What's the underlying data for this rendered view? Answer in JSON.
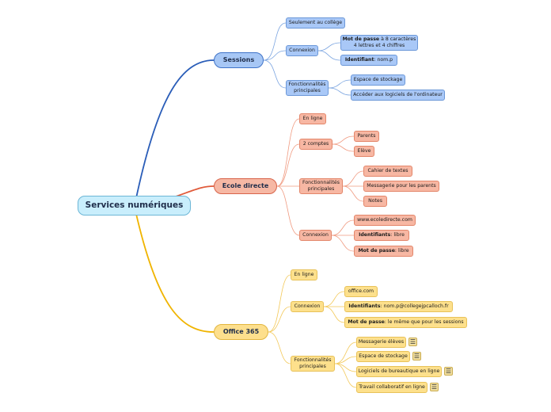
{
  "root": {
    "label": "Services numériques"
  },
  "sessions": {
    "label": "Sessions",
    "only_college": "Seulement au collège",
    "connexion": "Connexion",
    "password_bold": "Mot de passe",
    "password_line1": " à 8 caractères",
    "password_line2": "4 lettres et 4 chiffres",
    "id_bold": "Identifiant",
    "id_rest": " : nom.p",
    "features_line1": "Fonctionnalités",
    "features_line2": "principales",
    "storage": "Espace de stockage",
    "software": "Accéder aux logiciels de l'ordinateur"
  },
  "ecole": {
    "label": "Ecole directe",
    "online": "En ligne",
    "accounts": "2 comptes",
    "parents": "Parents",
    "student": "Elève",
    "features_line1": "Fonctionnalités",
    "features_line2": "principales",
    "homework": "Cahier de textes",
    "messaging": "Messagerie pour les parents",
    "grades": "Notes",
    "connexion": "Connexion",
    "website": "www.ecoledirecte.com",
    "ids_bold": "Identifiants",
    "ids_rest": " : libre",
    "password_bold": "Mot de passe",
    "password_rest": " : libre"
  },
  "office": {
    "label": "Office 365",
    "online": "En ligne",
    "connexion": "Connexion",
    "website": "office.com",
    "ids_bold": "Identifiants",
    "ids_rest": " : nom.p@collegejpcalloch.fr",
    "password_bold": "Mot de passe",
    "password_rest": " : le même que pour les sessions",
    "features_line1": "Fonctionnalités",
    "features_line2": "principales",
    "student_mail": "Messagerie élèves",
    "storage": "Espace de stockage",
    "office_apps": "Logiciels de bureautique en ligne",
    "collab": "Travail collaboratif en ligne"
  },
  "colors": {
    "blue": "#2a5db8",
    "red": "#e05a3a",
    "yellow": "#f0b400",
    "blue_light": "#7aa4e0",
    "red_light": "#f09a80",
    "yellow_light": "#f3c95a"
  },
  "icons": {
    "note": "note-icon"
  }
}
